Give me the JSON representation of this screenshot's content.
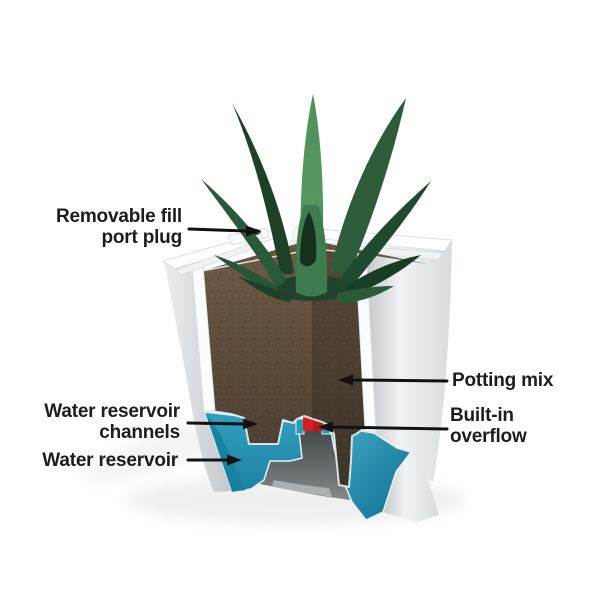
{
  "diagram": {
    "subject": "Self-watering planter cutaway diagram",
    "labels": [
      {
        "id": "fill-port-plug",
        "side": "left",
        "lines": [
          "Removable fill",
          "port plug"
        ]
      },
      {
        "id": "potting-mix",
        "side": "right",
        "lines": [
          "Potting mix"
        ]
      },
      {
        "id": "built-in-overflow",
        "side": "right",
        "lines": [
          "Built-in",
          "overflow"
        ]
      },
      {
        "id": "water-reservoir-channels",
        "side": "left",
        "lines": [
          "Water reservoir",
          "channels"
        ]
      },
      {
        "id": "water-reservoir",
        "side": "left",
        "lines": [
          "Water reservoir"
        ]
      }
    ],
    "colors": {
      "water": "#2b96b6",
      "water_dark": "#15789b",
      "soil": "#5b4b3a",
      "soil_dark": "#463b2d",
      "plant_light": "#55925f",
      "plant_dark": "#24492f",
      "overflow_red": "#d2201f",
      "pot_white": "#ffffff",
      "pot_shadow_gray": "#d9dcde",
      "label_text": "#1d1d1d",
      "arrow": "#111111"
    }
  }
}
